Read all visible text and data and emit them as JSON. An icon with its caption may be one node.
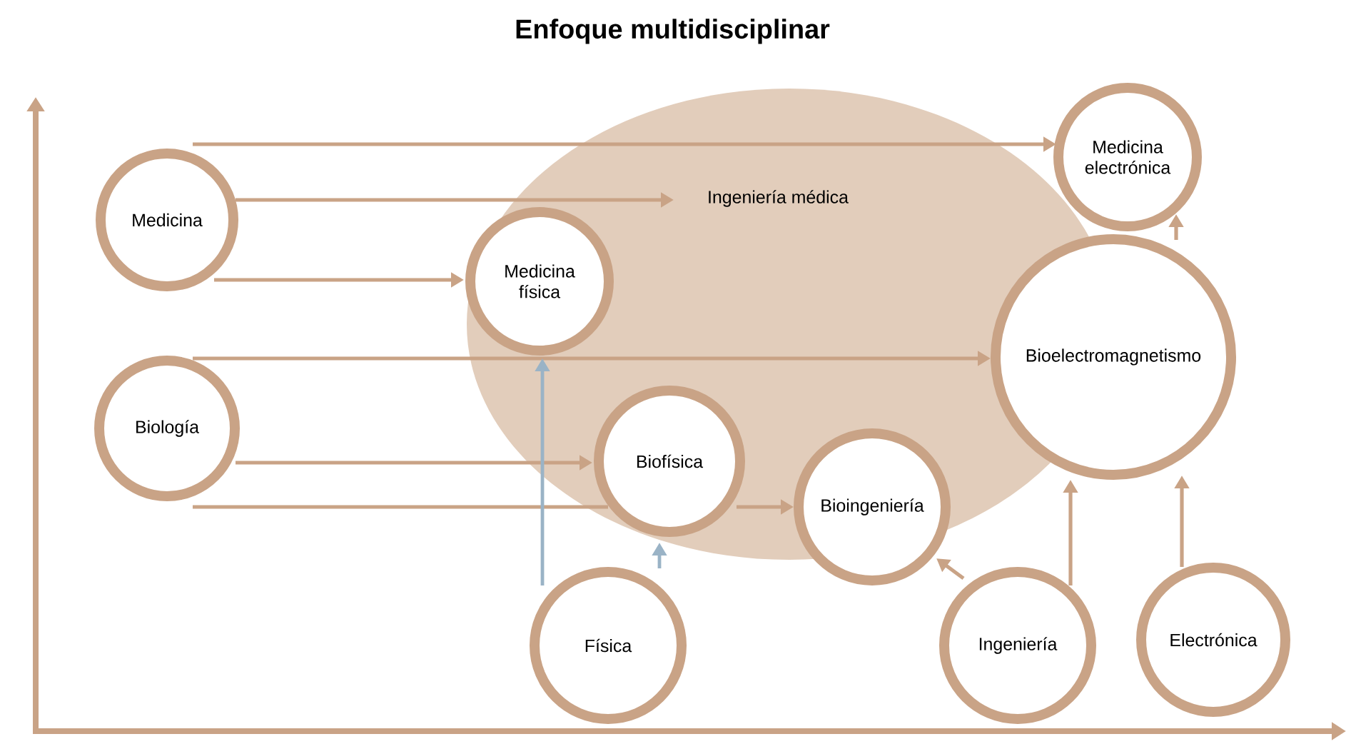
{
  "diagram": {
    "title": "Enfoque multidisciplinar",
    "nodes": [
      {
        "text": [
          "Medicina"
        ]
      },
      {
        "text": [
          "Medicina física"
        ]
      },
      {
        "text": [
          "Ingeniería médica"
        ]
      },
      {
        "text": [
          "Medicina electrónica"
        ]
      },
      {
        "text": [
          "Biología"
        ]
      },
      {
        "text": [
          "Biofísica"
        ]
      },
      {
        "text": [
          "Bioingeniería"
        ]
      },
      {
        "text": [
          "Bioelectromagnetismo"
        ]
      },
      {
        "text": [
          "Física"
        ]
      },
      {
        "text": [
          "Ingeniería"
        ]
      },
      {
        "text": [
          "Electrónica"
        ]
      }
    ],
    "edges": [
      {
        "from": 0,
        "to": 3,
        "arrow": "to"
      },
      {
        "from": 0,
        "to": 2,
        "arrow": "to"
      },
      {
        "from": 0,
        "to": 1,
        "arrow": "to"
      },
      {
        "from": 4,
        "to": 7,
        "arrow": "to"
      },
      {
        "from": 4,
        "to": 5,
        "arrow": "to"
      },
      {
        "from": 4,
        "to": 5,
        "arrow": "none"
      },
      {
        "from": 5,
        "to": 6,
        "arrow": "to"
      },
      {
        "from": 8,
        "to": 1,
        "arrow": "to",
        "color": "#9ab3c6"
      },
      {
        "from": 8,
        "to": 5,
        "arrow": "to",
        "color": "#9ab3c6"
      },
      {
        "from": 9,
        "to": 6,
        "arrow": "to"
      },
      {
        "from": 9,
        "to": 7,
        "arrow": "to"
      },
      {
        "from": 10,
        "to": 7,
        "arrow": "to"
      },
      {
        "from": 7,
        "to": 3,
        "arrow": "to"
      }
    ]
  }
}
